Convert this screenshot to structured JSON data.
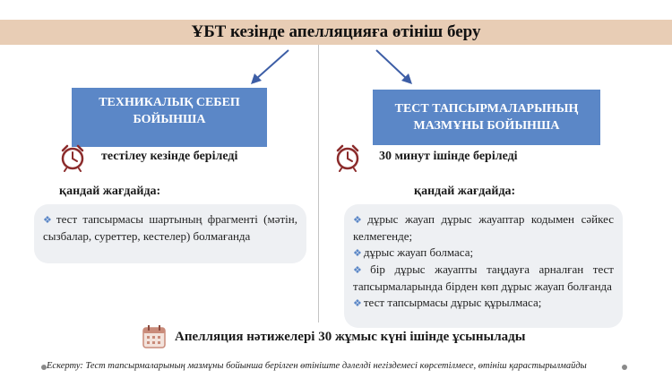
{
  "title": "ҰБТ кезінде апелляцияға өтініш беру",
  "left": {
    "box": "ТЕХНИКАЛЫҚ СЕБЕП БОЙЫНША",
    "time_note": "тестілеу кезінде беріледі",
    "case_heading": "қандай жағдайда:",
    "items": [
      "тест тапсырмасы шартының фрагменті (мәтін, сызбалар, суреттер, кестелер) болмағанда"
    ]
  },
  "right": {
    "box": "ТЕСТ ТАПСЫРМАЛАРЫНЫҢ МАЗМҰНЫ БОЙЫНША",
    "time_note": "30 минут ішінде беріледі",
    "case_heading": "қандай жағдайда:",
    "items": [
      "дұрыс жауап дұрыс жауаптар кодымен сәйкес келмегенде;",
      "дұрыс жауап болмаса;",
      "бір дұрыс жауапты таңдауға арналған тест тапсырмаларында бірден көп дұрыс жауап болғанда",
      "тест тапсырмасы дұрыс құрылмаса;"
    ]
  },
  "result": "Апелляция нәтижелері 30 жұмыс күні ішінде ұсынылады",
  "note": "Ескерту: Тест тапсырмаларының мазмұны бойынша берілген өтініште дәлелді негіздемесі көрсетілмесе, өтініш қарастырылмайды",
  "colors": {
    "title_bar": "#e8cdb5",
    "box": "#5b87c7",
    "panel": "#eef0f3",
    "clock": "#8b2b2b",
    "arrow": "#3d5ea6"
  },
  "icons": [
    "arrow-down-left-icon",
    "arrow-down-right-icon",
    "alarm-clock-icon",
    "calendar-icon",
    "diamond-bullet-icon"
  ]
}
